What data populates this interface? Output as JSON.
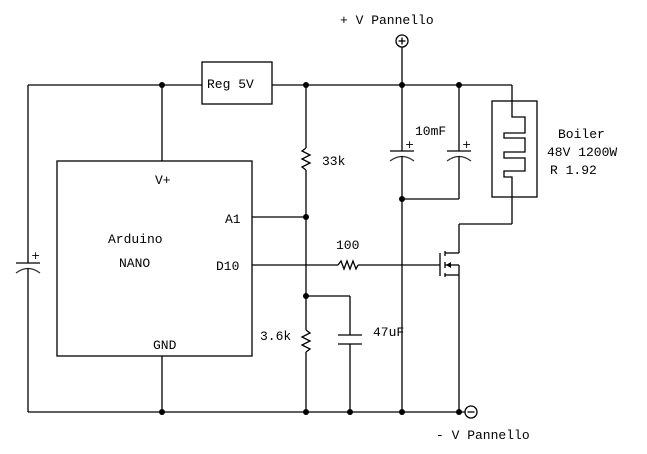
{
  "title": "Arduino NANO boiler PWM controller schematic",
  "supply": {
    "positive_label": "+ V Pannello",
    "negative_label": "- V Pannello",
    "positive_terminal_symbol": "+",
    "negative_terminal_symbol": "−"
  },
  "regulator": {
    "label": "Reg 5V"
  },
  "arduino": {
    "name_line1": "Arduino",
    "name_line2": "NANO",
    "pins": {
      "vplus": "V+",
      "a1": "A1",
      "d10": "D10",
      "gnd": "GND"
    }
  },
  "components": {
    "r_top": {
      "value": "33k"
    },
    "r_bottom": {
      "value": "3.6k"
    },
    "r_gate": {
      "value": "100"
    },
    "c_filter": {
      "value": "47uF"
    },
    "c_bulk": {
      "value": "10mF"
    },
    "c_input": {
      "value": ""
    },
    "polarity_plus": "+"
  },
  "load": {
    "name": "Boiler",
    "rating": "48V 1200W",
    "resistance": "R 1.92"
  }
}
